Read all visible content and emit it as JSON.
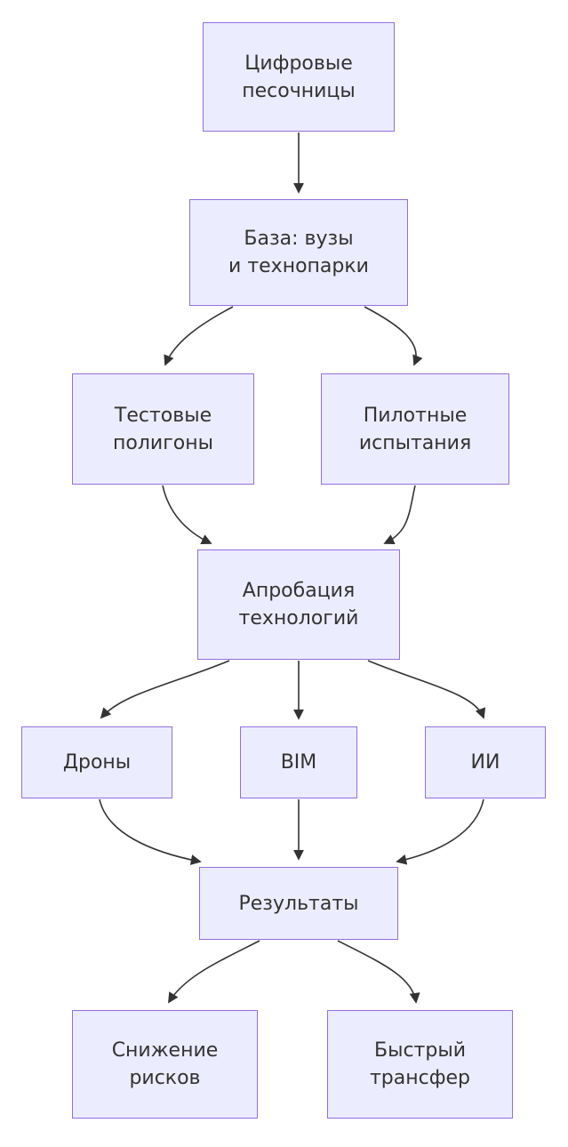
{
  "diagram": {
    "title": "Flowchart: digital sandboxes technology approbation",
    "colors": {
      "background": "#FFFFFF",
      "node_fill": "#ECECFF",
      "node_border": "#9370DB",
      "edge_color": "#333333",
      "text_color": "#333333"
    },
    "nodes": [
      {
        "id": "digital-sandboxes",
        "lines": [
          "Цифровые",
          "песочницы"
        ]
      },
      {
        "id": "base-universities-technoparks",
        "lines": [
          "База: вузы",
          "и технопарки"
        ]
      },
      {
        "id": "test-polygons",
        "lines": [
          "Тестовые",
          "полигоны"
        ]
      },
      {
        "id": "pilot-trials",
        "lines": [
          "Пилотные",
          "испытания"
        ]
      },
      {
        "id": "technology-approbation",
        "lines": [
          "Апробация",
          "технологий"
        ]
      },
      {
        "id": "drones",
        "lines": [
          "Дроны"
        ]
      },
      {
        "id": "bim",
        "lines": [
          "BIM"
        ]
      },
      {
        "id": "ai",
        "lines": [
          "ИИ"
        ]
      },
      {
        "id": "results",
        "lines": [
          "Результаты"
        ]
      },
      {
        "id": "risk-reduction",
        "lines": [
          "Снижение",
          "рисков"
        ]
      },
      {
        "id": "fast-transfer",
        "lines": [
          "Быстрый",
          "трансфер"
        ]
      }
    ],
    "edges": [
      {
        "from": "digital-sandboxes",
        "to": "base-universities-technoparks"
      },
      {
        "from": "base-universities-technoparks",
        "to": "test-polygons"
      },
      {
        "from": "base-universities-technoparks",
        "to": "pilot-trials"
      },
      {
        "from": "test-polygons",
        "to": "technology-approbation"
      },
      {
        "from": "pilot-trials",
        "to": "technology-approbation"
      },
      {
        "from": "technology-approbation",
        "to": "drones"
      },
      {
        "from": "technology-approbation",
        "to": "bim"
      },
      {
        "from": "technology-approbation",
        "to": "ai"
      },
      {
        "from": "drones",
        "to": "results"
      },
      {
        "from": "bim",
        "to": "results"
      },
      {
        "from": "ai",
        "to": "results"
      },
      {
        "from": "results",
        "to": "risk-reduction"
      },
      {
        "from": "results",
        "to": "fast-transfer"
      }
    ]
  }
}
